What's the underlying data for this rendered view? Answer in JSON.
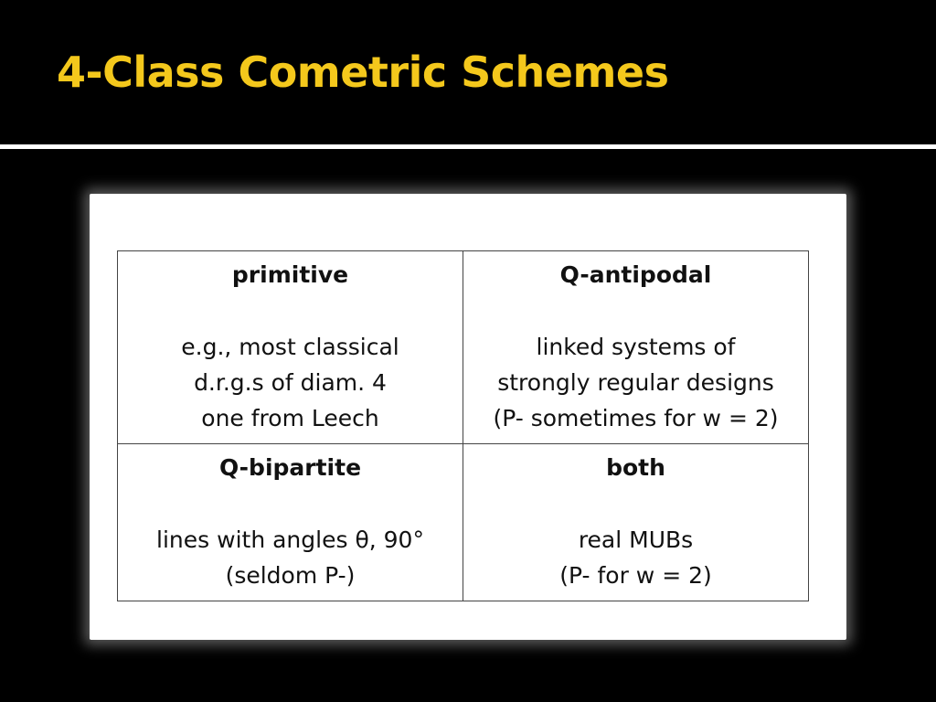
{
  "slide": {
    "title": "4-Class Cometric Schemes"
  },
  "table": {
    "cells": [
      {
        "heading": "primitive",
        "lines": [
          "e.g., most classical",
          "d.r.g.s of diam. 4",
          "one from Leech"
        ]
      },
      {
        "heading": "Q-antipodal",
        "lines": [
          "linked systems of",
          "strongly regular designs",
          "(P- sometimes for w = 2)"
        ]
      },
      {
        "heading": "Q-bipartite",
        "lines": [
          "lines with angles θ, 90°",
          "(seldom P-)"
        ]
      },
      {
        "heading": "both",
        "lines": [
          "real MUBs",
          "(P- for w = 2)"
        ]
      }
    ]
  }
}
